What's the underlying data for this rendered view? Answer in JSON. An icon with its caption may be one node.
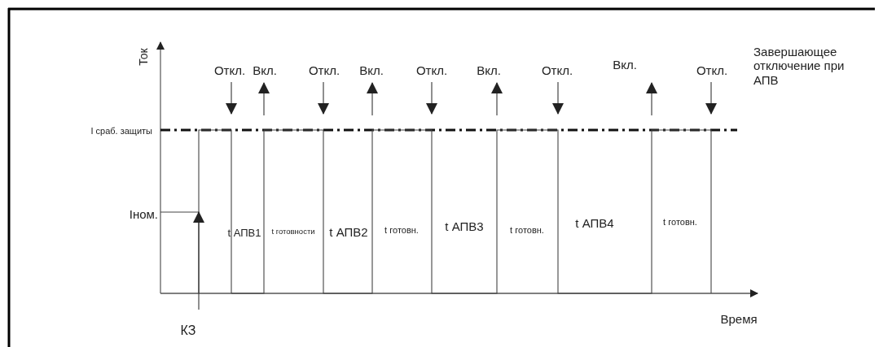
{
  "diagram": {
    "labels": [
      "Ток",
      "Откл.",
      "Вкл.",
      "Откл.",
      "Вкл.",
      "Откл.",
      "Вкл.",
      "Откл.",
      "Вкл.",
      "Откл.",
      "Завершающее отключение при АПВ",
      "I сраб. защиты",
      "Iном.",
      "t АПВ1",
      "t готовности",
      "t АПВ2",
      "t готовн.",
      "t АПВ3",
      "t готовн.",
      "t АПВ4",
      "t готовн.",
      "КЗ",
      "Время"
    ]
  }
}
